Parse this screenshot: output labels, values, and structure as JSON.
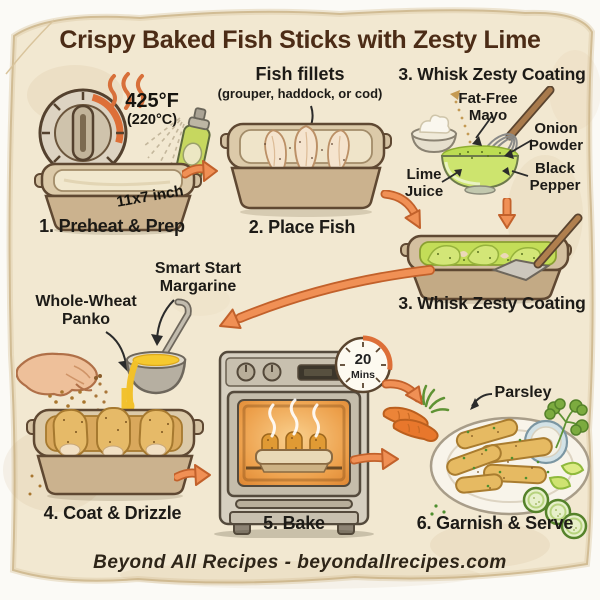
{
  "title": "Crispy Baked Fish Sticks with Zesty Lime",
  "footer": "Beyond All Recipes - beyondallrecipes.com",
  "colors": {
    "paper": "#f2e8d1",
    "title_brown": "#4c2c16",
    "arrow_orange": "#f09055",
    "coating_green": "#c3dd58",
    "margarine_yellow": "#f2c12b"
  },
  "steps": {
    "s1": {
      "label": "1. Preheat & Prep",
      "temp_f": "425°F",
      "temp_c": "(220°C)",
      "pan_size": "11x7 inch"
    },
    "s2": {
      "label": "2. Place Fish",
      "callout": "Fish fillets",
      "callout_sub": "(grouper, haddock, or cod)"
    },
    "s3": {
      "label": "3. Whisk Zesty Coating",
      "mayo": "Fat-Free Mayo",
      "onion": "Onion Powder",
      "pepper": "Black Pepper",
      "lime": "Lime Juice"
    },
    "s3b": {
      "label": "3. Whisk Zesty Coating"
    },
    "s4": {
      "label": "4. Coat & Drizzle",
      "panko": "Whole-Wheat Panko",
      "margarine": "Smart Start Margarine"
    },
    "s5": {
      "label": "5. Bake",
      "timer_value": "20",
      "timer_unit": "Mins"
    },
    "s6": {
      "label": "6. Garnish & Serve",
      "parsley": "Parsley"
    }
  }
}
